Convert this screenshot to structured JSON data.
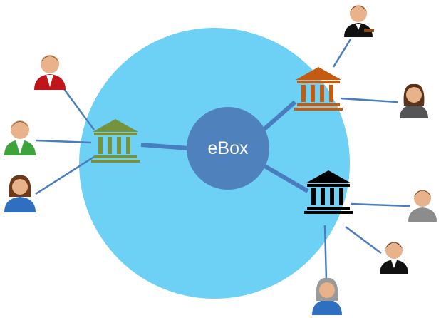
{
  "hub": {
    "label": "eBox"
  },
  "colors": {
    "outer_circle": "#6dd0f5",
    "hub": "#4f81bd",
    "connector": "#4a7cc0",
    "bank_left": "#76923c",
    "bank_top_right": "#c55a11",
    "bank_bottom_right": "#000000"
  },
  "icons": {
    "banks": [
      "bank-icon-green",
      "bank-icon-orange",
      "bank-icon-black"
    ],
    "people": [
      "person-red-suit",
      "person-green-shirt",
      "person-woman-blue",
      "person-judge",
      "person-woman-gray",
      "person-man-gray",
      "person-man-black",
      "person-woman-blue-bottom"
    ]
  }
}
